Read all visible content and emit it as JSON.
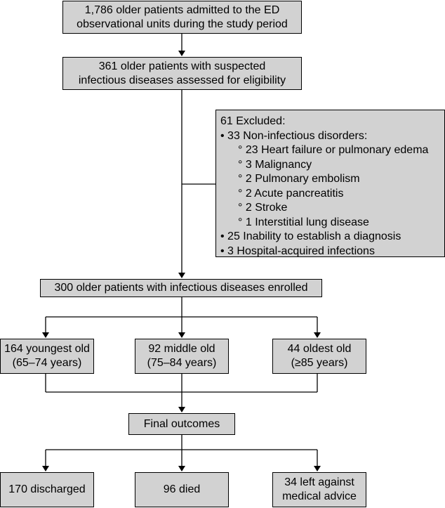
{
  "diagram": {
    "admitted": [
      "1,786 older patients admitted to the ED",
      "observational units during the study period"
    ],
    "assessed": [
      "361 older patients with suspected",
      "infectious diseases assessed for eligibility"
    ],
    "excluded": {
      "title": "61 Excluded:",
      "items": [
        {
          "text": "• 33 Non-infectious disorders:",
          "level": 1
        },
        {
          "text": "° 23 Heart failure or pulmonary edema",
          "level": 2
        },
        {
          "text": "° 3 Malignancy",
          "level": 2
        },
        {
          "text": "° 2 Pulmonary embolism",
          "level": 2
        },
        {
          "text": "° 2 Acute pancreatitis",
          "level": 2
        },
        {
          "text": "° 2 Stroke",
          "level": 2
        },
        {
          "text": "° 1 Interstitial lung disease",
          "level": 2
        },
        {
          "text": "• 25 Inability to establish a diagnosis",
          "level": 1
        },
        {
          "text": "• 3 Hospital-acquired infections",
          "level": 1
        }
      ]
    },
    "enrolled": "300 older patients with infectious diseases enrolled",
    "groups": {
      "young": [
        "164 youngest old",
        "(65–74 years)"
      ],
      "middle": [
        "92 middle old",
        "(75–84 years)"
      ],
      "oldest": [
        "44 oldest old",
        "(≥85 years)"
      ]
    },
    "final": "Final outcomes",
    "outcomes": {
      "discharged": "170 discharged",
      "died": "96 died",
      "left": [
        "34 left against",
        "medical advice"
      ]
    }
  },
  "colors": {
    "box_fill": "#d2d2d2",
    "line": "#000000",
    "background": "#ffffff"
  }
}
